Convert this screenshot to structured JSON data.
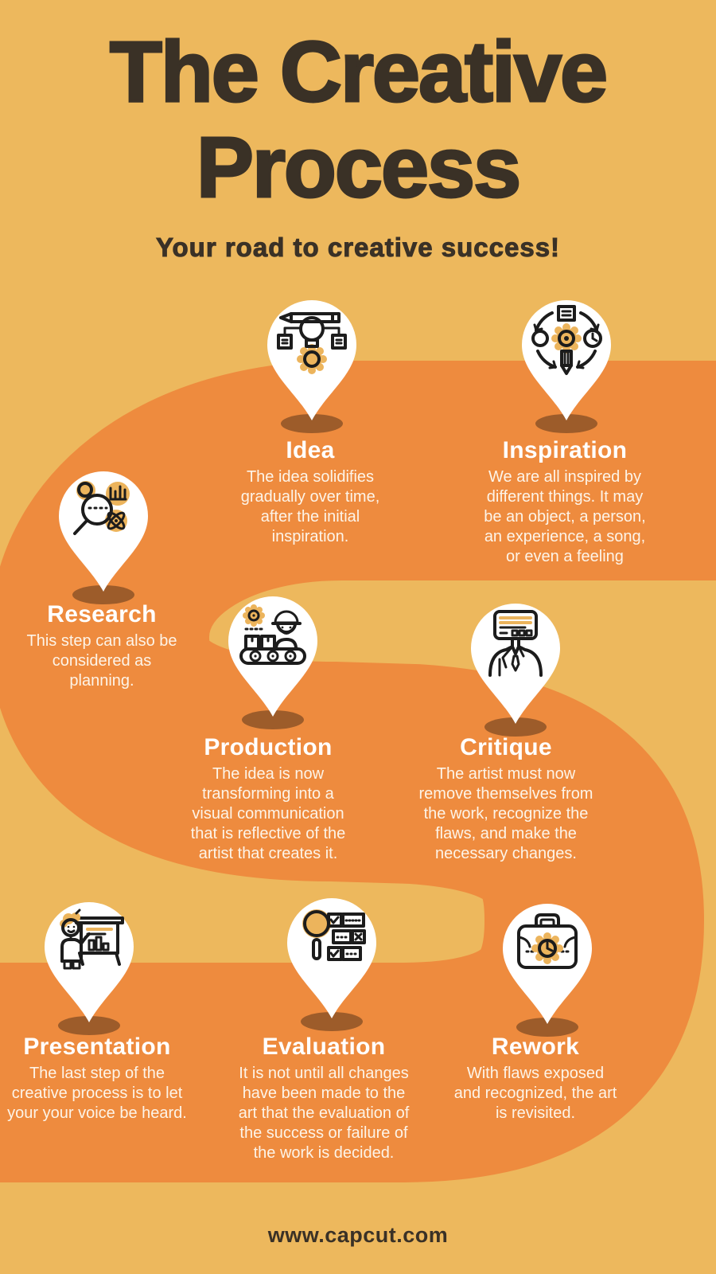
{
  "page": {
    "title_line1": "The Creative",
    "title_line2": "Process",
    "subtitle": "Your road to creative success!",
    "footer": "www.capcut.com"
  },
  "colors": {
    "background": "#edb85d",
    "road": "#ee8b3e",
    "pin": "#ffffff",
    "pin_shadow": "#9d5c2a",
    "title_text": "#3a3126",
    "step_text": "#ffffff",
    "icon_accent": "#ecb45c"
  },
  "steps": [
    {
      "id": "idea",
      "title": "Idea",
      "icon": "lightbulb-pencil-gear-icon",
      "description": [
        "The idea solidifies",
        "gradually over time,",
        "after the initial",
        "inspiration."
      ]
    },
    {
      "id": "inspiration",
      "title": "Inspiration",
      "icon": "inspiration-cycle-icon",
      "description": [
        "We are all inspired by",
        "different things.  It may",
        "be an object, a person,",
        "an experience, a song,",
        "or even a feeling"
      ]
    },
    {
      "id": "research",
      "title": "Research",
      "icon": "magnifier-research-icon",
      "description": [
        "This step can also be",
        "considered as",
        "planning."
      ]
    },
    {
      "id": "production",
      "title": "Production",
      "icon": "factory-worker-icon",
      "description": [
        "The idea is now",
        "transforming into a",
        "visual communication",
        "that is reflective of the",
        "artist that creates it."
      ]
    },
    {
      "id": "critique",
      "title": "Critique",
      "icon": "critic-person-icon",
      "description": [
        "The artist must now",
        "remove themselves from",
        "the work, recognize the",
        "flaws, and make the",
        "necessary changes."
      ]
    },
    {
      "id": "presentation",
      "title": "Presentation",
      "icon": "presenter-chart-icon",
      "description": [
        "The last step of the",
        "creative process is to let",
        "your your voice be heard."
      ]
    },
    {
      "id": "evaluation",
      "title": "Evaluation",
      "icon": "checklist-magnifier-icon",
      "description": [
        "It is not until all changes",
        "have been made to the",
        "art that the evaluation of",
        "the success or failure of",
        "the work is decided."
      ]
    },
    {
      "id": "rework",
      "title": "Rework",
      "icon": "toolbox-gear-clock-icon",
      "description": [
        "With flaws exposed",
        "and recognized, the art",
        "is revisited."
      ]
    }
  ]
}
